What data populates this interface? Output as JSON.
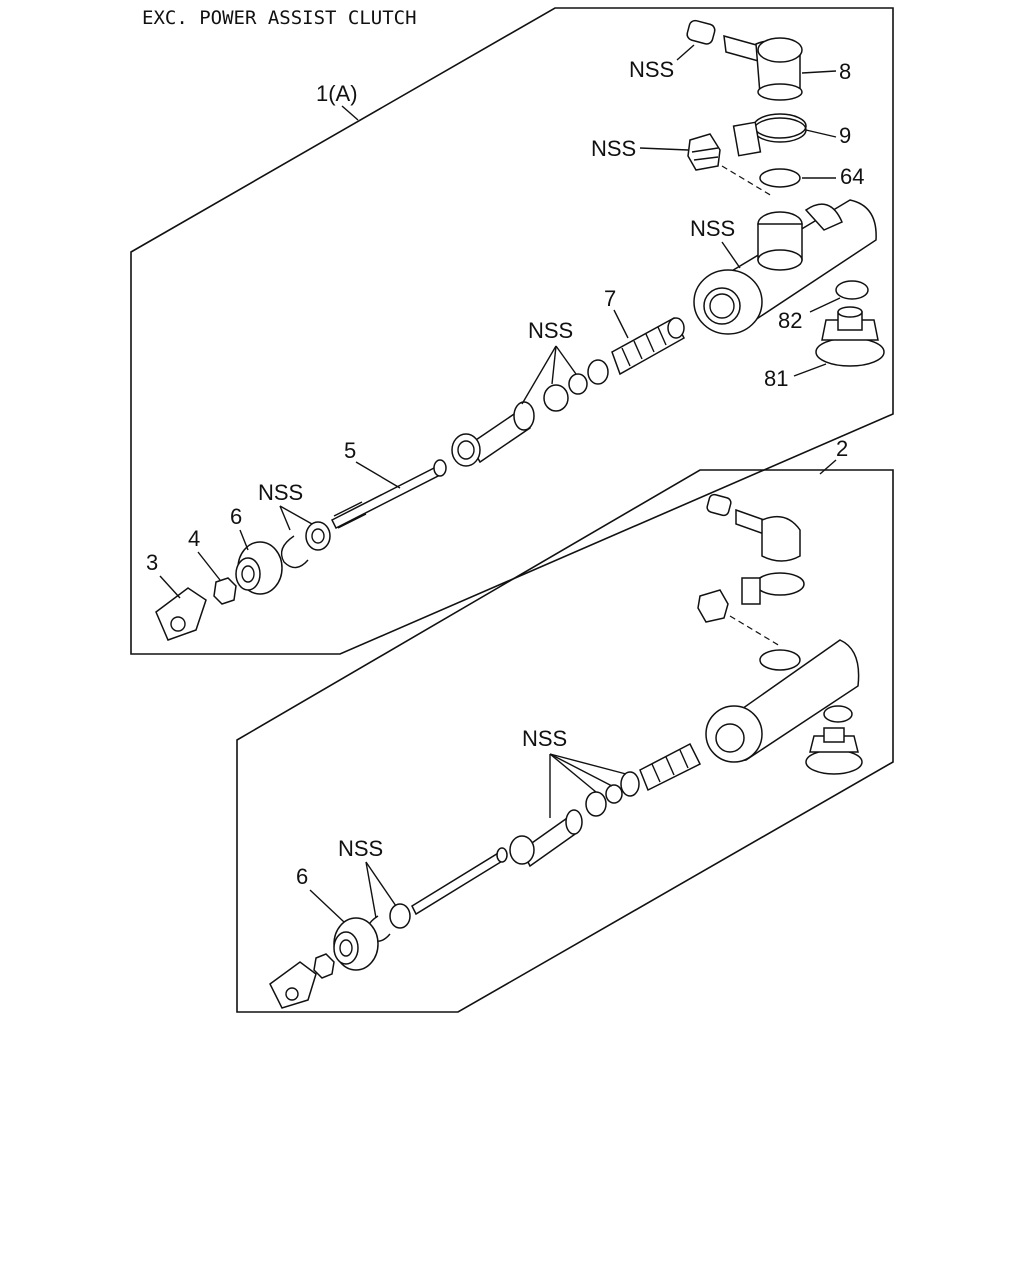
{
  "title": "EXC. POWER ASSIST CLUTCH",
  "assembly_top": {
    "label": "1(A)",
    "callouts": {
      "nss_cap": "NSS",
      "p8": "8",
      "p9": "9",
      "nss_bleeder": "NSS",
      "p64": "64",
      "nss_body": "NSS",
      "p7": "7",
      "p82": "82",
      "nss_seals": "NSS",
      "p81": "81",
      "p5": "5",
      "nss_ring": "NSS",
      "p6": "6",
      "p4": "4",
      "p3": "3"
    }
  },
  "assembly_bottom": {
    "label": "2",
    "callouts": {
      "nss_seals": "NSS",
      "nss_ring": "NSS",
      "p6": "6"
    }
  }
}
